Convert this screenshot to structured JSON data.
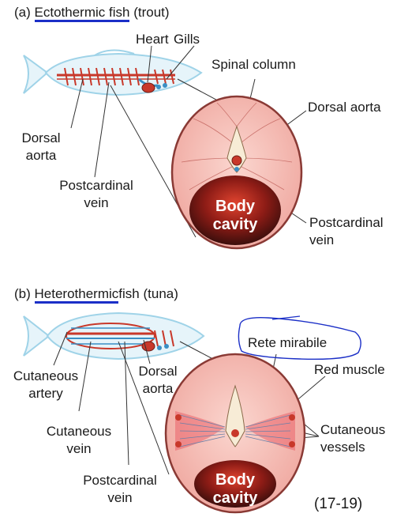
{
  "panel_a": {
    "letter": "(a)",
    "title": "Ectothermic fish",
    "subtitle": "(trout)",
    "labels": {
      "heart": "Heart",
      "gills": "Gills",
      "spinal_column": "Spinal column",
      "dorsal_aorta_right": "Dorsal aorta",
      "dorsal_aorta_left_1": "Dorsal",
      "dorsal_aorta_left_2": "aorta",
      "postcardinal_left_1": "Postcardinal",
      "postcardinal_left_2": "vein",
      "postcardinal_right_1": "Postcardinal",
      "postcardinal_right_2": "vein",
      "body_1": "Body",
      "body_2": "cavity"
    }
  },
  "panel_b": {
    "letter": "(b)",
    "title": "Heterothermic",
    "title_rest": "fish",
    "subtitle": "(tuna)",
    "labels": {
      "rete_mirabile": "Rete mirabile",
      "red_muscle": "Red muscle",
      "cutaneous_artery_1": "Cutaneous",
      "cutaneous_artery_2": "artery",
      "dorsal_aorta_1": "Dorsal",
      "dorsal_aorta_2": "aorta",
      "cutaneous_vein_1": "Cutaneous",
      "cutaneous_vein_2": "vein",
      "cutaneous_vessels_1": "Cutaneous",
      "cutaneous_vessels_2": "vessels",
      "postcardinal_1": "Postcardinal",
      "postcardinal_2": "vein",
      "body_1": "Body",
      "body_2": "cavity"
    }
  },
  "figure_number": "(17-19)",
  "colors": {
    "fish_outline": "#9fd3e8",
    "fish_fill": "#e6f4fa",
    "red_vessel": "#c8382a",
    "blue_vessel": "#3a8fc4",
    "section_fill": "#f2b4ad",
    "section_edge": "#8a3a35",
    "cavity_dark": "#3b0e0c",
    "cavity_light": "#d6402f",
    "annotation_ink": "#1b2fc7"
  }
}
